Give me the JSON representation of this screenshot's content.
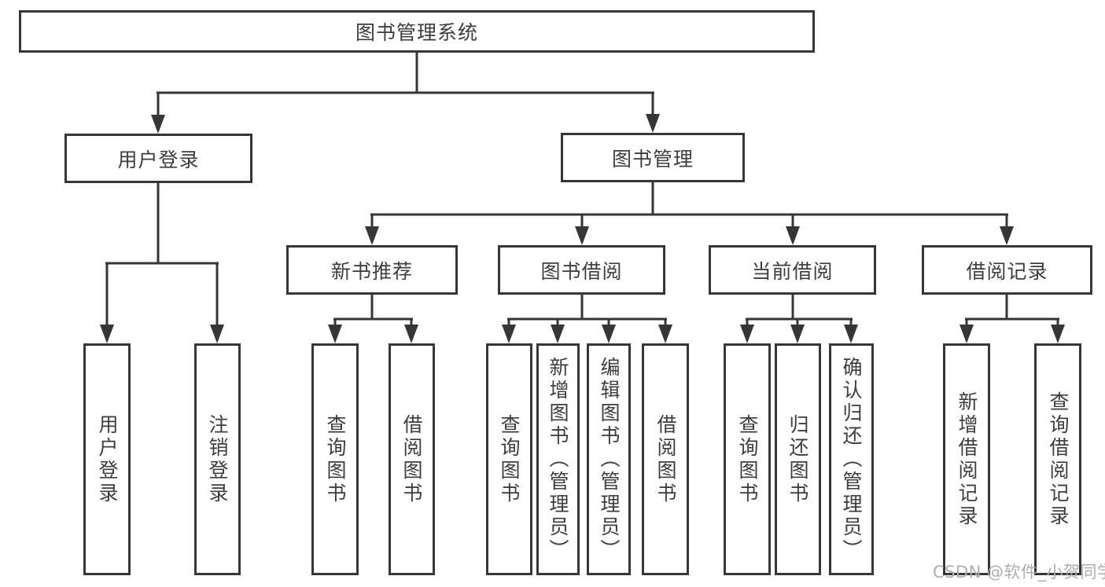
{
  "colors": {
    "background": "#ffffff",
    "border": "#363636",
    "line": "#363636",
    "text": "#3d3d3d",
    "watermark": "#aeaeae"
  },
  "tree": {
    "root": {
      "label": "图书管理系统",
      "children": [
        {
          "label": "用户登录",
          "children": [
            {
              "label": "用户登录"
            },
            {
              "label": "注销登录"
            }
          ]
        },
        {
          "label": "图书管理",
          "children": [
            {
              "label": "新书推荐",
              "children": [
                {
                  "label": "查询图书"
                },
                {
                  "label": "借阅图书"
                }
              ]
            },
            {
              "label": "图书借阅",
              "children": [
                {
                  "label": "查询图书"
                },
                {
                  "label": "新增图书（管理员）"
                },
                {
                  "label": "编辑图书（管理员）"
                },
                {
                  "label": "借阅图书"
                }
              ]
            },
            {
              "label": "当前借阅",
              "children": [
                {
                  "label": "查询图书"
                },
                {
                  "label": "归还图书"
                },
                {
                  "label": "确认归还（管理员）"
                }
              ]
            },
            {
              "label": "借阅记录",
              "children": [
                {
                  "label": "新增借阅记录"
                },
                {
                  "label": "查询借阅记录"
                }
              ]
            }
          ]
        }
      ]
    }
  },
  "watermark": {
    "text": "CSDN @软件_小贺同学"
  }
}
